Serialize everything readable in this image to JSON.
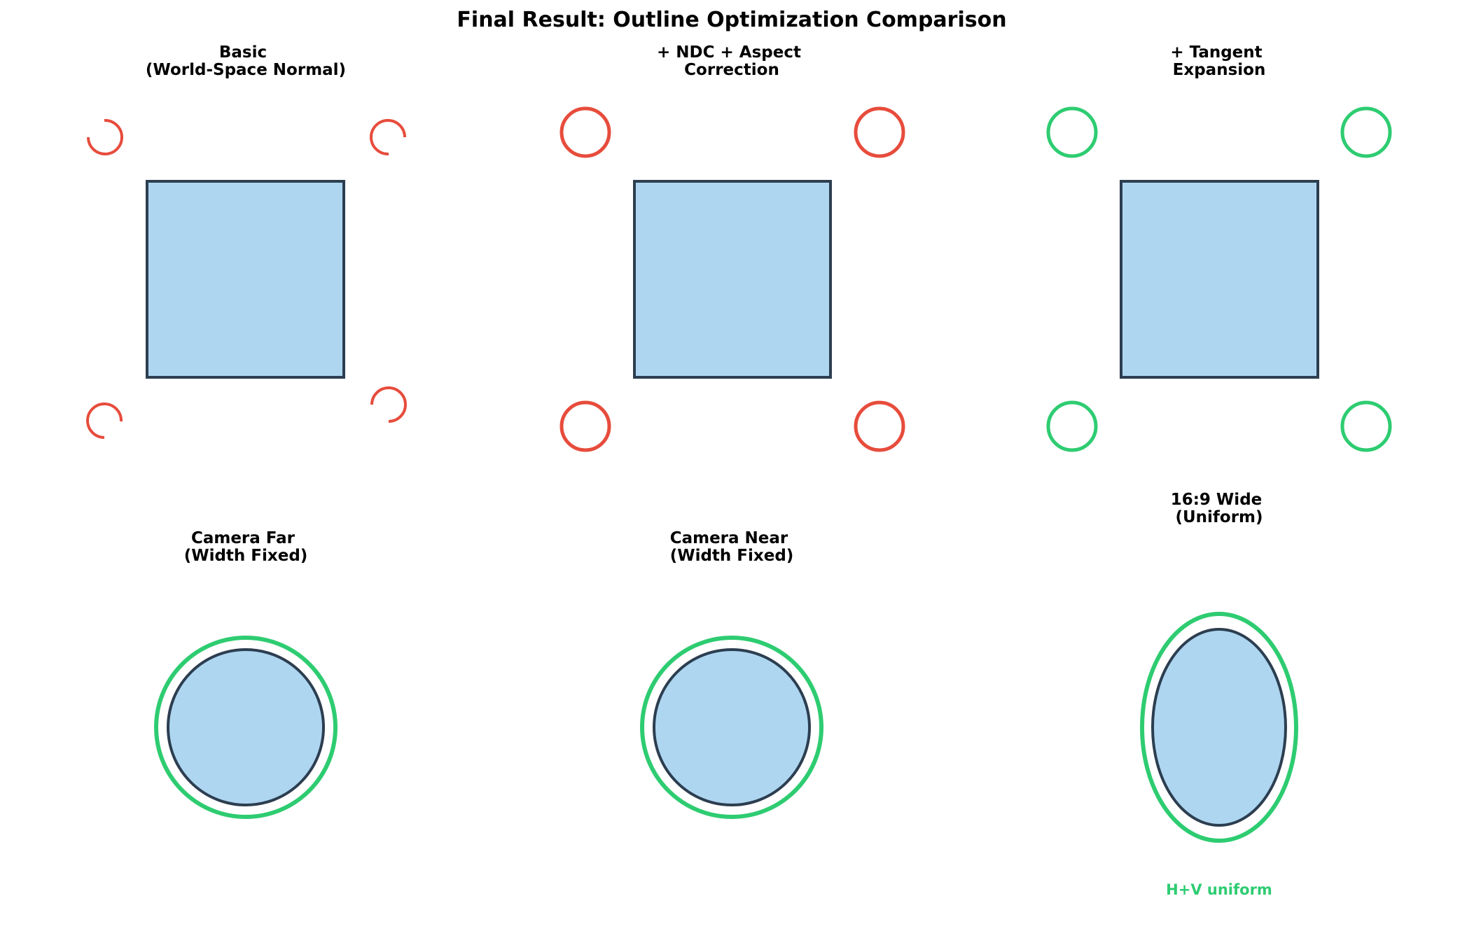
{
  "figure": {
    "title": "Final Result: Outline Optimization Comparison"
  },
  "colors": {
    "red": "#e74c3c",
    "green": "#2ecc71",
    "fill": "#aed6f1",
    "stroke": "#2c3e50"
  },
  "panels": [
    {
      "id": "basic",
      "title_lines": [
        "Basic",
        "(World-Space Normal)"
      ],
      "shape": "square",
      "corner_style": "partial-arcs",
      "outline_color": "red"
    },
    {
      "id": "ndc",
      "title_lines": [
        "+ NDC + Aspect",
        "Correction"
      ],
      "shape": "square",
      "corner_style": "full-circles",
      "outline_color": "red"
    },
    {
      "id": "tangent",
      "title_lines": [
        "+ Tangent",
        "Expansion"
      ],
      "shape": "square",
      "corner_style": "full-circles",
      "outline_color": "green"
    },
    {
      "id": "camera-far",
      "title_lines": [
        "Camera Far",
        "(Width Fixed)"
      ],
      "shape": "circle",
      "outline_color": "green"
    },
    {
      "id": "camera-near",
      "title_lines": [
        "Camera Near",
        "(Width Fixed)"
      ],
      "shape": "circle",
      "outline_color": "green"
    },
    {
      "id": "wide",
      "title_lines": [
        "16:9 Wide",
        "(Uniform)"
      ],
      "shape": "ellipse",
      "outline_color": "green",
      "caption": "H+V uniform"
    }
  ]
}
